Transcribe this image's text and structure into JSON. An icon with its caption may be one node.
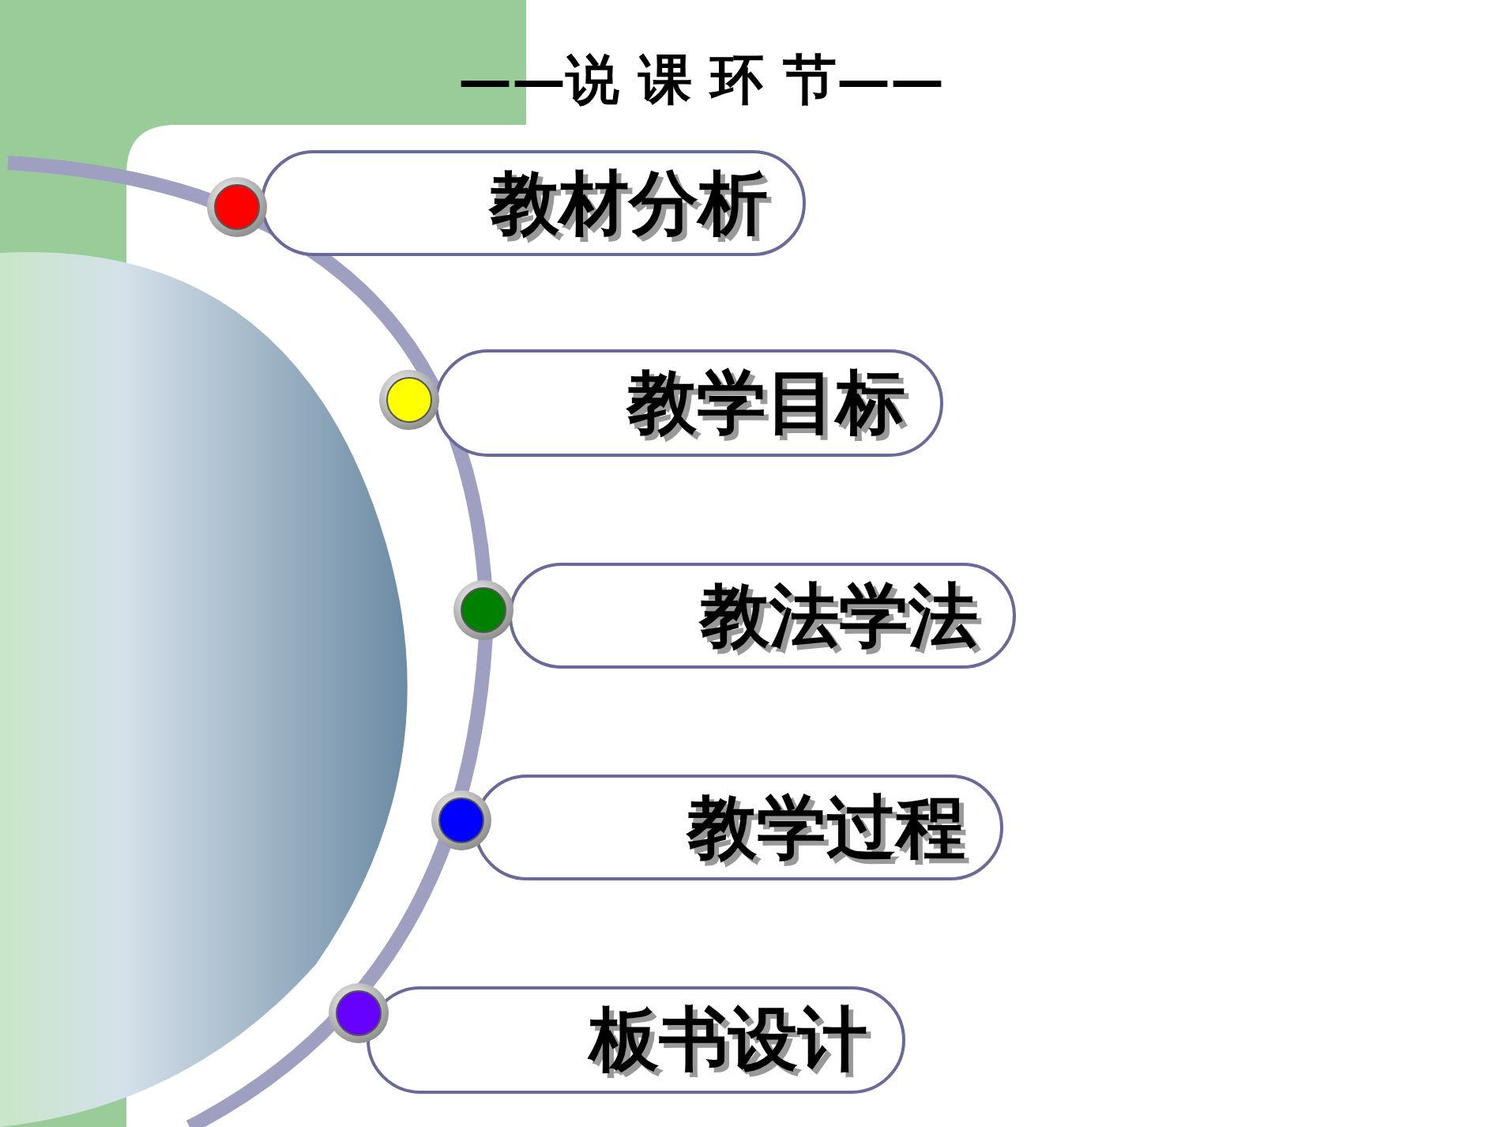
{
  "diagram": {
    "title": "——说 课 环 节——",
    "nodes": [
      {
        "text": [
          "教材分析"
        ]
      },
      {
        "text": [
          "教学目标"
        ]
      },
      {
        "text": [
          "教法学法"
        ]
      },
      {
        "text": [
          "教学过程"
        ]
      },
      {
        "text": [
          "板书设计"
        ]
      }
    ],
    "edges": []
  }
}
